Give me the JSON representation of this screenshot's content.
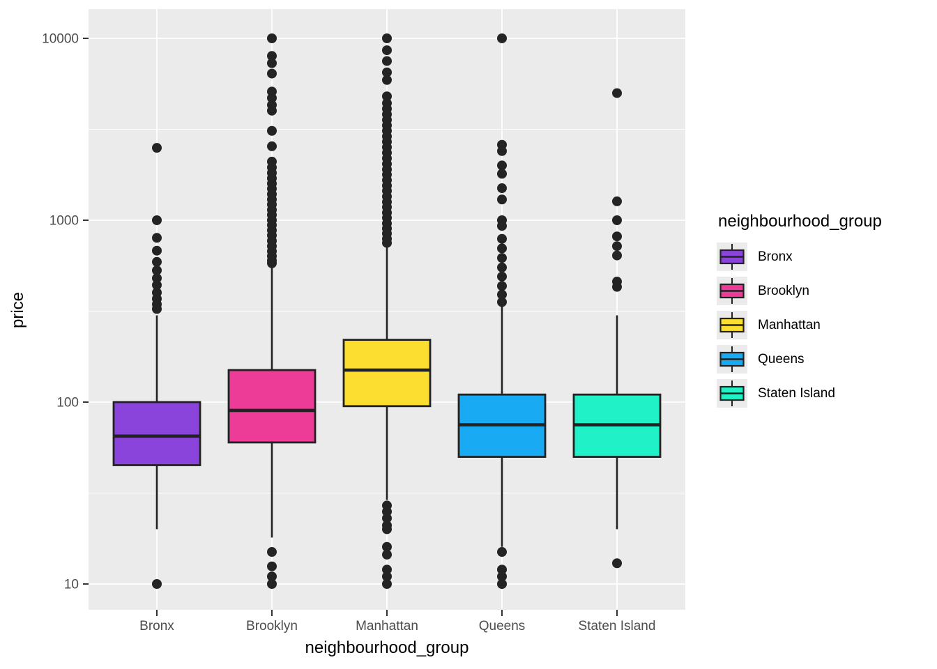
{
  "colors": {
    "panel_bg": "#EBEBEB",
    "gridline": "#FFFFFF",
    "box_stroke": "#222222",
    "outlier_dot": "#242424",
    "axis_text": "#4D4D4D",
    "axis_tick": "#333333",
    "title_text": "#000000",
    "legend_key_bg": "#EBEBEB"
  },
  "chart_data": {
    "type": "boxplot",
    "title": "",
    "xlabel": "neighbourhood_group",
    "ylabel": "price",
    "legend_title": "neighbourhood_group",
    "legend_position": "right",
    "y_scale": "log10",
    "ylim": [
      7,
      14500
    ],
    "y_ticks": [
      10,
      100,
      1000,
      10000
    ],
    "y_tick_labels": [
      "10",
      "100",
      "1000",
      "10000"
    ],
    "y_minor_ticks": [
      31.6,
      316,
      3162
    ],
    "grid": "white major+minor horizontal lines and white vertical category lines on grey panel",
    "categories": [
      "Bronx",
      "Brooklyn",
      "Manhattan",
      "Queens",
      "Staten Island"
    ],
    "series": [
      {
        "name": "Bronx",
        "color": "#8B44DB",
        "q1": 45,
        "median": 65,
        "q3": 100,
        "whisker_low": 20,
        "whisker_high": 300,
        "outliers_high": [
          2500,
          1000,
          800,
          680,
          590,
          530,
          480,
          440,
          400,
          370,
          345,
          325
        ],
        "outliers_low": [
          10
        ]
      },
      {
        "name": "Brooklyn",
        "color": "#EC3C97",
        "q1": 60,
        "median": 90,
        "q3": 150,
        "whisker_low": 18,
        "whisker_high": 570,
        "outliers_high": [
          10000,
          8000,
          7300,
          6400,
          5100,
          4700,
          4300,
          4000,
          3100,
          2550,
          2100,
          1950,
          1820,
          1700,
          1590,
          1490,
          1390,
          1300,
          1220,
          1140,
          1070,
          1000,
          940,
          880,
          825,
          770,
          720,
          675,
          635,
          600,
          580
        ],
        "outliers_low": [
          15,
          12.5,
          11,
          10
        ]
      },
      {
        "name": "Manhattan",
        "color": "#FBDE2F",
        "q1": 95,
        "median": 150,
        "q3": 220,
        "whisker_low": 29,
        "whisker_high": 740,
        "outliers_high": [
          10000,
          8600,
          7500,
          6500,
          5900,
          4800,
          4400,
          4100,
          3820,
          3560,
          3320,
          3100,
          2890,
          2700,
          2520,
          2350,
          2190,
          2040,
          1900,
          1780,
          1660,
          1550,
          1450,
          1350,
          1260,
          1180,
          1100,
          1030,
          960,
          900,
          845,
          790,
          750
        ],
        "outliers_low": [
          27,
          25,
          23,
          21,
          20,
          16,
          14.5,
          12,
          11,
          10
        ]
      },
      {
        "name": "Queens",
        "color": "#18AAF2",
        "q1": 50,
        "median": 75,
        "q3": 110,
        "whisker_low": 16,
        "whisker_high": 335,
        "outliers_high": [
          10000,
          2600,
          2400,
          2000,
          1800,
          1500,
          1300,
          1000,
          930,
          790,
          700,
          620,
          550,
          490,
          435,
          390,
          355
        ],
        "outliers_low": [
          15,
          12,
          11,
          10
        ]
      },
      {
        "name": "Staten Island",
        "color": "#21F1C6",
        "q1": 50,
        "median": 75,
        "q3": 110,
        "whisker_low": 20,
        "whisker_high": 300,
        "outliers_high": [
          5000,
          1270,
          1000,
          815,
          720,
          640,
          460,
          430
        ],
        "outliers_low": [
          13
        ]
      }
    ]
  }
}
